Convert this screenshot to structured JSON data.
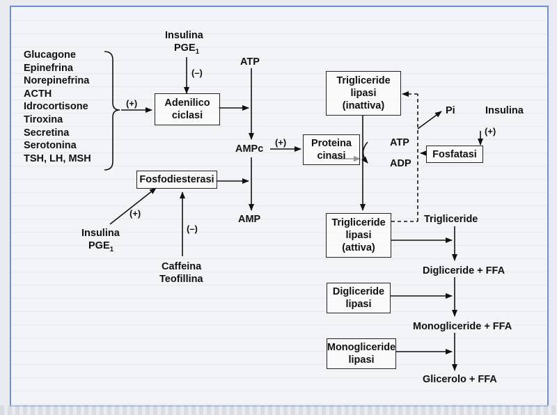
{
  "hormones": [
    "Glucagone",
    "Epinefrina",
    "Norepinefrina",
    "ACTH",
    "Idrocortisone",
    "Tiroxina",
    "Secretina",
    "Serotonina",
    "TSH, LH, MSH"
  ],
  "plus_sign": "(+)",
  "minus_sign": "(–)",
  "insulina": "Insulina",
  "pge": "PGE",
  "pge_sub": "1",
  "atp": "ATP",
  "adenilico_ciclasi": [
    "Adenilico",
    "ciclasi"
  ],
  "ampc": "AMPc",
  "amp": "AMP",
  "proteina_cinasi": [
    "Proteina",
    "cinasi"
  ],
  "fosfodiesterasi": "Fosfodiesterasi",
  "caffeina": "Caffeina",
  "teofillina": "Teofillina",
  "tg_lipasi_inattiva": [
    "Trigliceride",
    "lipasi",
    "(inattiva)"
  ],
  "tg_lipasi_attiva": [
    "Trigliceride",
    "lipasi",
    "(attiva)"
  ],
  "pi": "Pi",
  "adp": "ADP",
  "fosfatasi": "Fosfatasi",
  "trigliceride": "Trigliceride",
  "digliceride_ffa": "Digliceride + FFA",
  "monogliceride_ffa": "Monogliceride + FFA",
  "glicerolo_ffa": "Glicerolo + FFA",
  "digliceride_lipasi": [
    "Digliceride",
    "lipasi"
  ],
  "monogliceride_lipasi": [
    "Monogliceride",
    "lipasi"
  ]
}
